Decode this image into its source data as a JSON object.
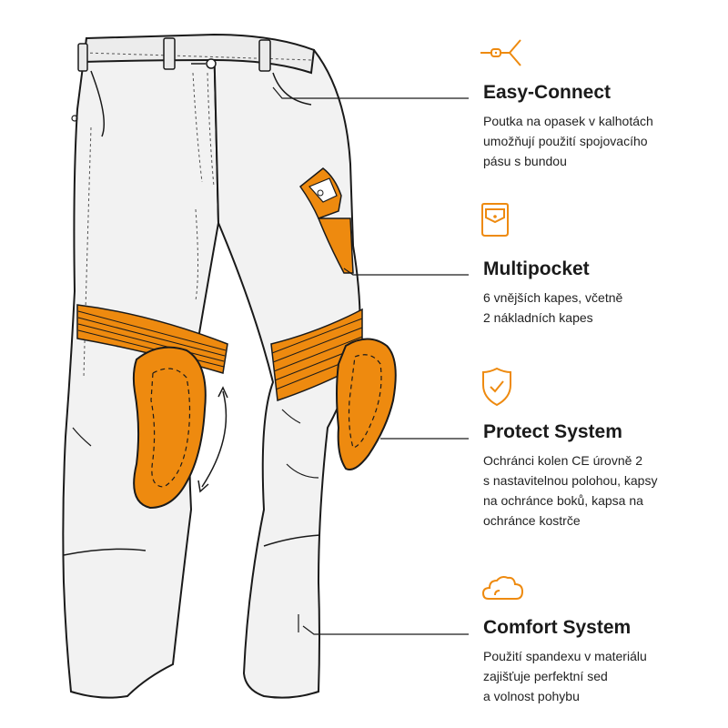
{
  "accent_color": "#ee8a0f",
  "features": [
    {
      "icon": "belt-loop-connector-icon",
      "title": "Easy-Connect",
      "lines": [
        "Poutka na opasek v kalhotách",
        "umožňují použití spojovacího",
        "pásu s bundou"
      ]
    },
    {
      "icon": "pocket-icon",
      "title": "Multipocket",
      "lines": [
        "6 vnějších kapes, včetně",
        "2 nákladních kapes"
      ]
    },
    {
      "icon": "shield-check-icon",
      "title": "Protect System",
      "lines": [
        "Ochránci kolen CE úrovně 2",
        "s nastavitelnou polohou, kapsy",
        "na ochránce boků, kapsa na",
        "ochránce kostrče"
      ]
    },
    {
      "icon": "cloud-icon",
      "title": "Comfort System",
      "lines": [
        "Použití spandexu v materiálu",
        "zajišťuje perfektní sed",
        "a volnost pohybu"
      ]
    }
  ]
}
